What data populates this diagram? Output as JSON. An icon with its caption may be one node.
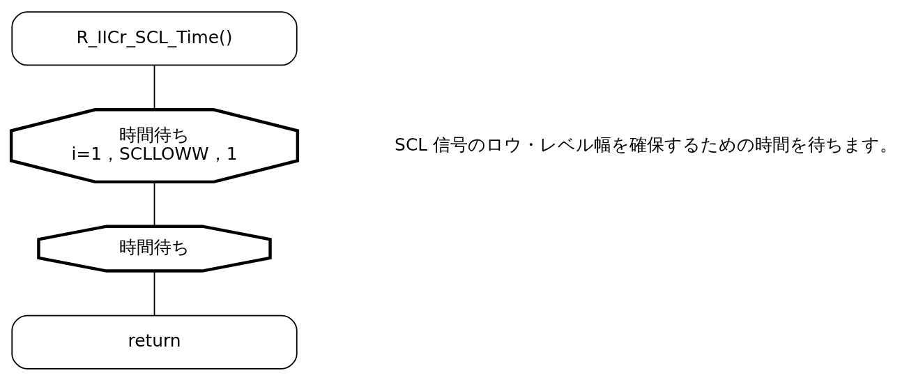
{
  "diagram": {
    "nodes": [
      {
        "text": [
          "R_IICr_SCL_Time()"
        ]
      },
      {
        "text": [
          "時間待ち",
          "i=1，SCLLOWW，1"
        ]
      },
      {
        "text": [
          "時間待ち"
        ]
      },
      {
        "text": [
          "return"
        ]
      }
    ],
    "edges": [
      {
        "from": 0,
        "to": 1,
        "arrow": "none"
      },
      {
        "from": 1,
        "to": 2,
        "arrow": "none"
      },
      {
        "from": 2,
        "to": 3,
        "arrow": "none"
      }
    ],
    "labels": [
      "SCL 信号のロウ・レベル幅を確保するための時間を待ちます。"
    ]
  }
}
